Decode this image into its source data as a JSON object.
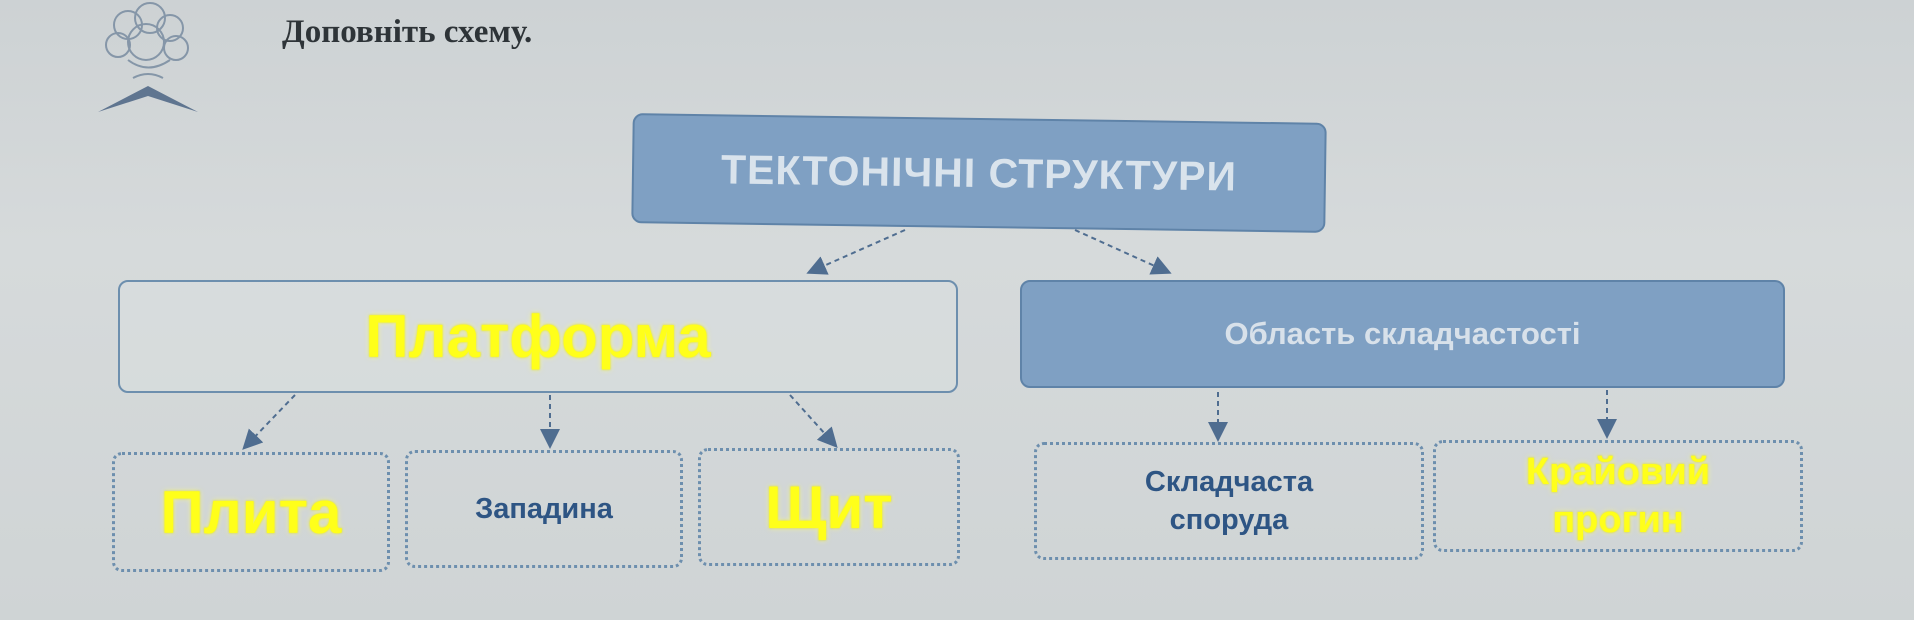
{
  "instruction": "Доповніть схему.",
  "diagram": {
    "root": "ТЕКТОНІЧНІ СТРУКТУРИ",
    "left_branch": "Платформа",
    "right_branch": "Область складчастості",
    "platform_children": [
      "Плита",
      "Западина",
      "Щит"
    ],
    "fold_children": [
      "Складчаста споруда",
      "Крайовий прогин"
    ]
  },
  "colors": {
    "box_fill": "#7fa0c3",
    "box_border": "#6d8fae",
    "printed_text": "#2e5584",
    "handwritten_highlight": "#ffff1a",
    "paper": "#d3d7d8"
  },
  "icons": {
    "logo": "gnome-head-logo-icon"
  }
}
